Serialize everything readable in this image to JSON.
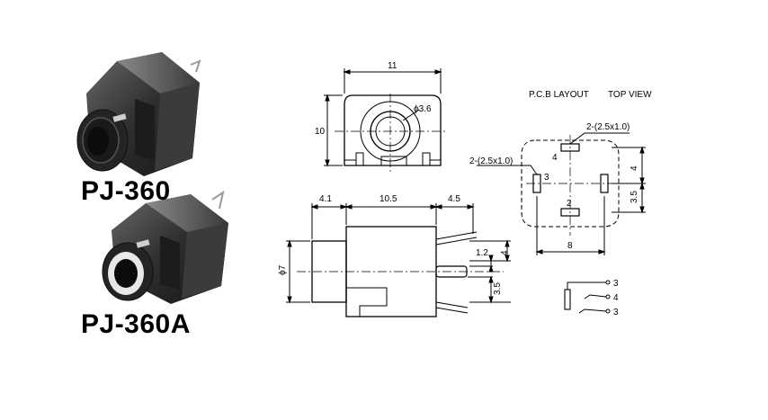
{
  "product_labels": [
    "PJ-360",
    "PJ-360A"
  ],
  "top_view": {
    "width": "11",
    "height": "10",
    "hole_diameter": "ϕ3.6"
  },
  "side_view": {
    "seg_left": "4.1",
    "seg_middle": "10.5",
    "seg_right": "4.5",
    "diameter": "ϕ7",
    "pin_offset": "1.2",
    "upper_right": "4",
    "lower_right": "3.5"
  },
  "pcb_layout": {
    "header_left": "P.C.B LAYOUT",
    "header_right": "TOP VIEW",
    "callout_top": "2-(2.5x1.0)",
    "callout_left": "2-(2.5x1.0)",
    "pad_labels": [
      "4",
      "3",
      "2"
    ],
    "dim_right_upper": "4",
    "dim_right_lower": "3.5",
    "dim_bottom": "8"
  },
  "schematic": {
    "pins": [
      "3",
      "4",
      "3"
    ]
  }
}
